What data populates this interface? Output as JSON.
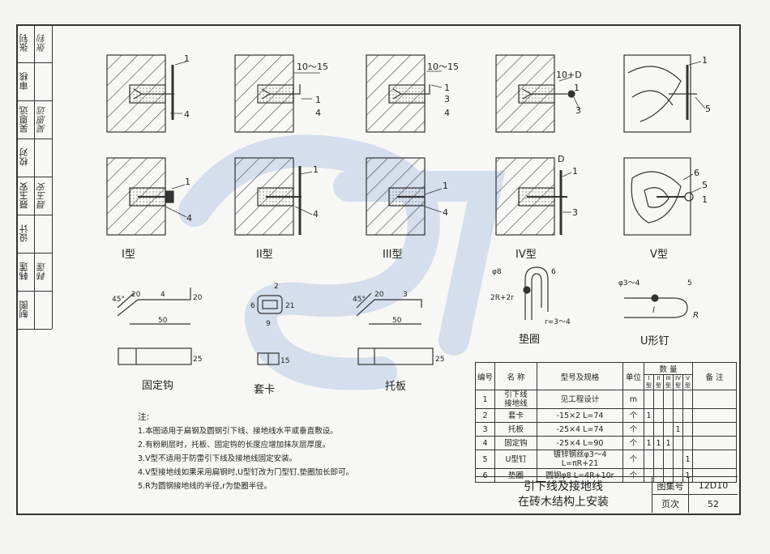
{
  "sidebar": [
    {
      "label": "张钊",
      "sign": "张钊"
    },
    {
      "label": "审核",
      "sign": ""
    },
    {
      "label": "吴恩远",
      "sign": "吴恩远"
    },
    {
      "label": "校对",
      "sign": ""
    },
    {
      "label": "聂玉安",
      "sign": "聂玉安"
    },
    {
      "label": "设计",
      "sign": ""
    },
    {
      "label": "韩莲",
      "sign": "韩莲"
    },
    {
      "label": "制图",
      "sign": ""
    }
  ],
  "types": {
    "t1": "I型",
    "t2": "II型",
    "t3": "III型",
    "t4": "IV型",
    "t5": "V型"
  },
  "parts": {
    "guding": "固定钩",
    "taoka": "套卡",
    "tuoban": "托板",
    "dianquan": "垫圈",
    "uding": "U形钉"
  },
  "marks": {
    "m1": "1",
    "m2": "2",
    "m3": "3",
    "m4": "4",
    "m5": "5",
    "m6": "6",
    "d1015": "10～15",
    "d10D": "10+D",
    "dD": "D",
    "d45": "45°",
    "d20": "20",
    "d50": "50",
    "d25": "25",
    "d9": "9",
    "d6": "6",
    "d21": "21",
    "d15": "15",
    "d8": "φ8",
    "d2r": "2R+2r",
    "dr34": "r=3～4",
    "d34": "φ3～4",
    "dR": "R",
    "dl": "l"
  },
  "notes": {
    "title": "注:",
    "items": [
      "1.本图适用于扁钢及圆钢引下线、接地线水平或垂直敷设。",
      "2.有粉刷层时，托板、固定钩的长度应增加抹灰层厚度。",
      "3.V型不适用于防雷引下线及接地线固定安装。",
      "4.V型接地线如果采用扁钢时,U型钉改为冂型钉,垫圈加长即可。",
      "5.R为圆钢接地线的半径,r为垫圈半径。"
    ]
  },
  "table": {
    "headers": {
      "no": "编号",
      "name": "名 称",
      "model": "型号及规格",
      "unit": "单位",
      "qty": "数 量",
      "note": "备 注"
    },
    "sub": [
      "I型",
      "II型",
      "III型",
      "IV型",
      "V型"
    ],
    "rows": [
      {
        "no": "1",
        "name": "引下线\n接地线",
        "model": "见工程设计",
        "unit": "m",
        "q": [
          "",
          "",
          "",
          "",
          ""
        ]
      },
      {
        "no": "2",
        "name": "套卡",
        "model": "-15×2  L=74",
        "unit": "个",
        "q": [
          "1",
          "",
          "",
          "",
          ""
        ]
      },
      {
        "no": "3",
        "name": "托板",
        "model": "-25×4  L=74",
        "unit": "个",
        "q": [
          "",
          "",
          "",
          "1",
          ""
        ]
      },
      {
        "no": "4",
        "name": "固定钩",
        "model": "-25×4  L=90",
        "unit": "个",
        "q": [
          "1",
          "1",
          "1",
          "",
          ""
        ]
      },
      {
        "no": "5",
        "name": "U型钉",
        "model": "镀锌钢丝φ3～4\nL=πR+21",
        "unit": "个",
        "q": [
          "",
          "",
          "",
          "",
          "1"
        ]
      },
      {
        "no": "6",
        "name": "垫圈",
        "model": "圆钢φ8  L=4R+10r",
        "unit": "个",
        "q": [
          "",
          "",
          "",
          "",
          "1"
        ]
      }
    ]
  },
  "titleblock": {
    "line1": "引下线及接地线",
    "line2": "在砖木结构上安装",
    "atlas_label": "图集号",
    "atlas": "12D10",
    "page_label": "页次",
    "page": "52"
  }
}
